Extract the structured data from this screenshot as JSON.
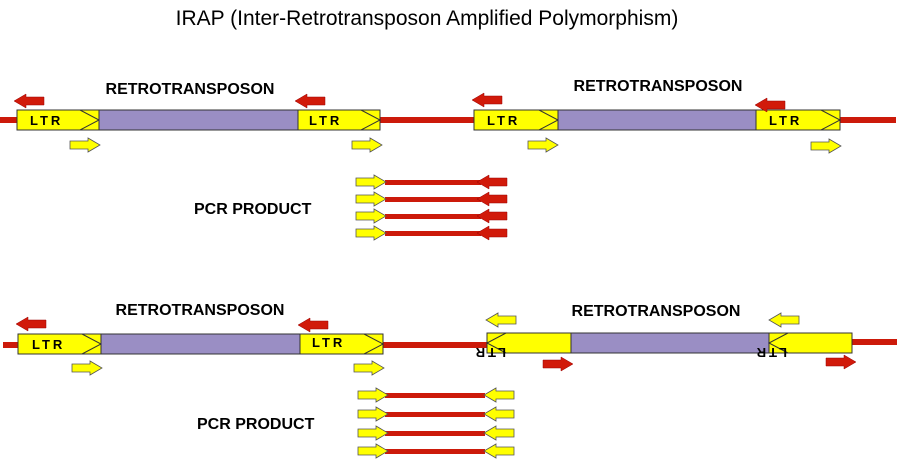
{
  "title": "IRAP (Inter-Retrotransposon Amplified Polymorphism)",
  "labels": {
    "retrotransposon": "RETROTRANSPOSON",
    "pcr_product": "PCR PRODUCT",
    "ltr": "LTR"
  },
  "colors": {
    "dna_strand": "#cc1a0a",
    "ltr_fill": "#ffff00",
    "retrotransposon_body": "#9a8ec4",
    "primer_forward": "#ffff00",
    "primer_reverse": "#d11a0a",
    "outline": "#333333"
  },
  "panels": [
    {
      "name": "head-to-tail-orientation",
      "elements": [
        "retrotransposon-forward",
        "retrotransposon-forward"
      ],
      "pcr_product_count": 4
    },
    {
      "name": "head-to-head-orientation",
      "elements": [
        "retrotransposon-forward",
        "retrotransposon-reverse"
      ],
      "pcr_product_count": 4
    }
  ]
}
